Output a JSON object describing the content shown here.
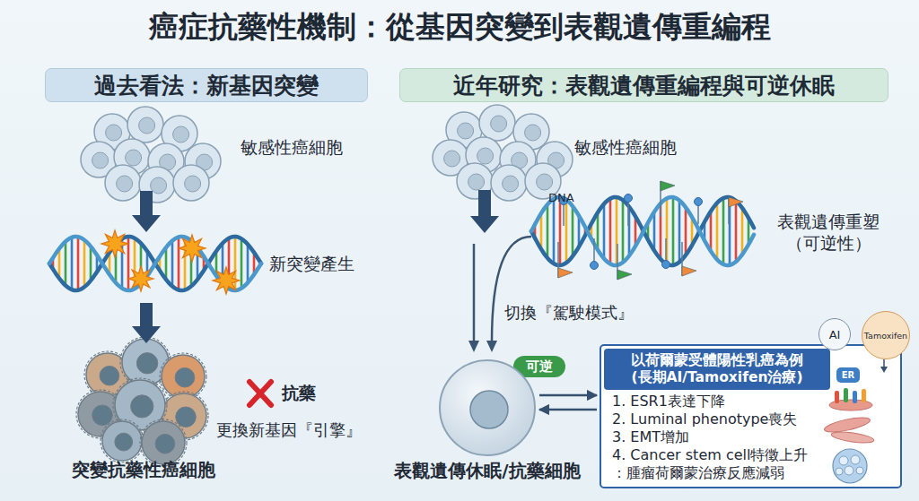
{
  "diagram": {
    "title": "癌症抗藥性機制：從基因突變到表觀遺傳重編程",
    "nodes": [
      {
        "text": [
          "過去看法：新基因突變"
        ]
      },
      {
        "text": [
          "近年研究：表觀遺傳重編程與可逆休眠"
        ]
      },
      {
        "text": [
          "可逆"
        ]
      },
      {
        "text": [
          "表觀遺傳休眠/抗藥細胞"
        ]
      },
      {
        "text": [
          "1. ESR1表達下降",
          "2. Luminal phenotype喪失",
          "3. EMT增加",
          "4. Cancer stem cell特徵上升",
          "：腫瘤荷爾蒙治療反應減弱"
        ]
      },
      {
        "text": [
          "以荷爾蒙受體陽性乳癌為例 (長期AI/Tamoxifen治療)"
        ],
        "in": 4
      },
      {
        "text": [
          "AI"
        ]
      },
      {
        "text": [
          "Tamoxifen"
        ]
      },
      {
        "text": [
          "ER"
        ],
        "in": 4
      }
    ],
    "edges": [
      {
        "from": 3,
        "to": 4,
        "arrow": "to"
      },
      {
        "from": 4,
        "to": 3,
        "arrow": "to"
      }
    ],
    "labels": [
      "敏感性癌細胞",
      "新突變產生",
      "抗藥",
      "更換新基因『引擎』",
      "突變抗藥性癌細胞",
      "敏感性癌細胞",
      "DNA",
      "表觀遺傳重塑 （可逆性）",
      "切換『駕駛模式』"
    ]
  }
}
